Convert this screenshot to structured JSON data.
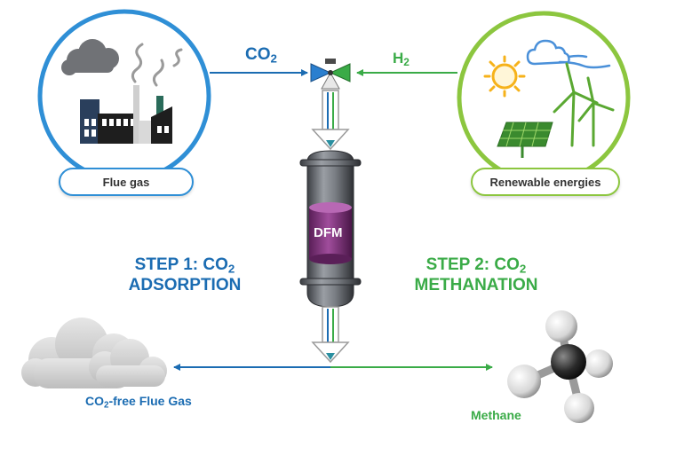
{
  "colors": {
    "blue": "#1b6cb2",
    "green": "#3aab47",
    "light_green": "#8cc63f",
    "reactor_body": "#666a70",
    "dfm_purple": "#8a3b87"
  },
  "labels": {
    "co2_input": "CO",
    "co2_input_sub": "2",
    "h2_input": "H",
    "h2_input_sub": "2",
    "flue_gas": "Flue gas",
    "renewable": "Renewable energies",
    "dfm": "DFM",
    "step1_line1": "STEP 1: CO",
    "step1_line1_sub": "2",
    "step1_line2": "ADSORPTION",
    "step2_line1": "STEP 2: CO",
    "step2_line1_sub": "2",
    "step2_line2": "METHANATION",
    "co2_free_prefix": "CO",
    "co2_free_sub": "2",
    "co2_free_suffix": "-free Flue Gas",
    "methane": "Methane"
  },
  "icons": [
    "factory-icon",
    "smoke-cloud-icon",
    "sun-icon",
    "wind-cloud-icon",
    "solar-panel-icon",
    "wind-turbine-icon",
    "valve-icon",
    "reactor-icon",
    "gray-cloud-icon",
    "methane-molecule-icon"
  ]
}
